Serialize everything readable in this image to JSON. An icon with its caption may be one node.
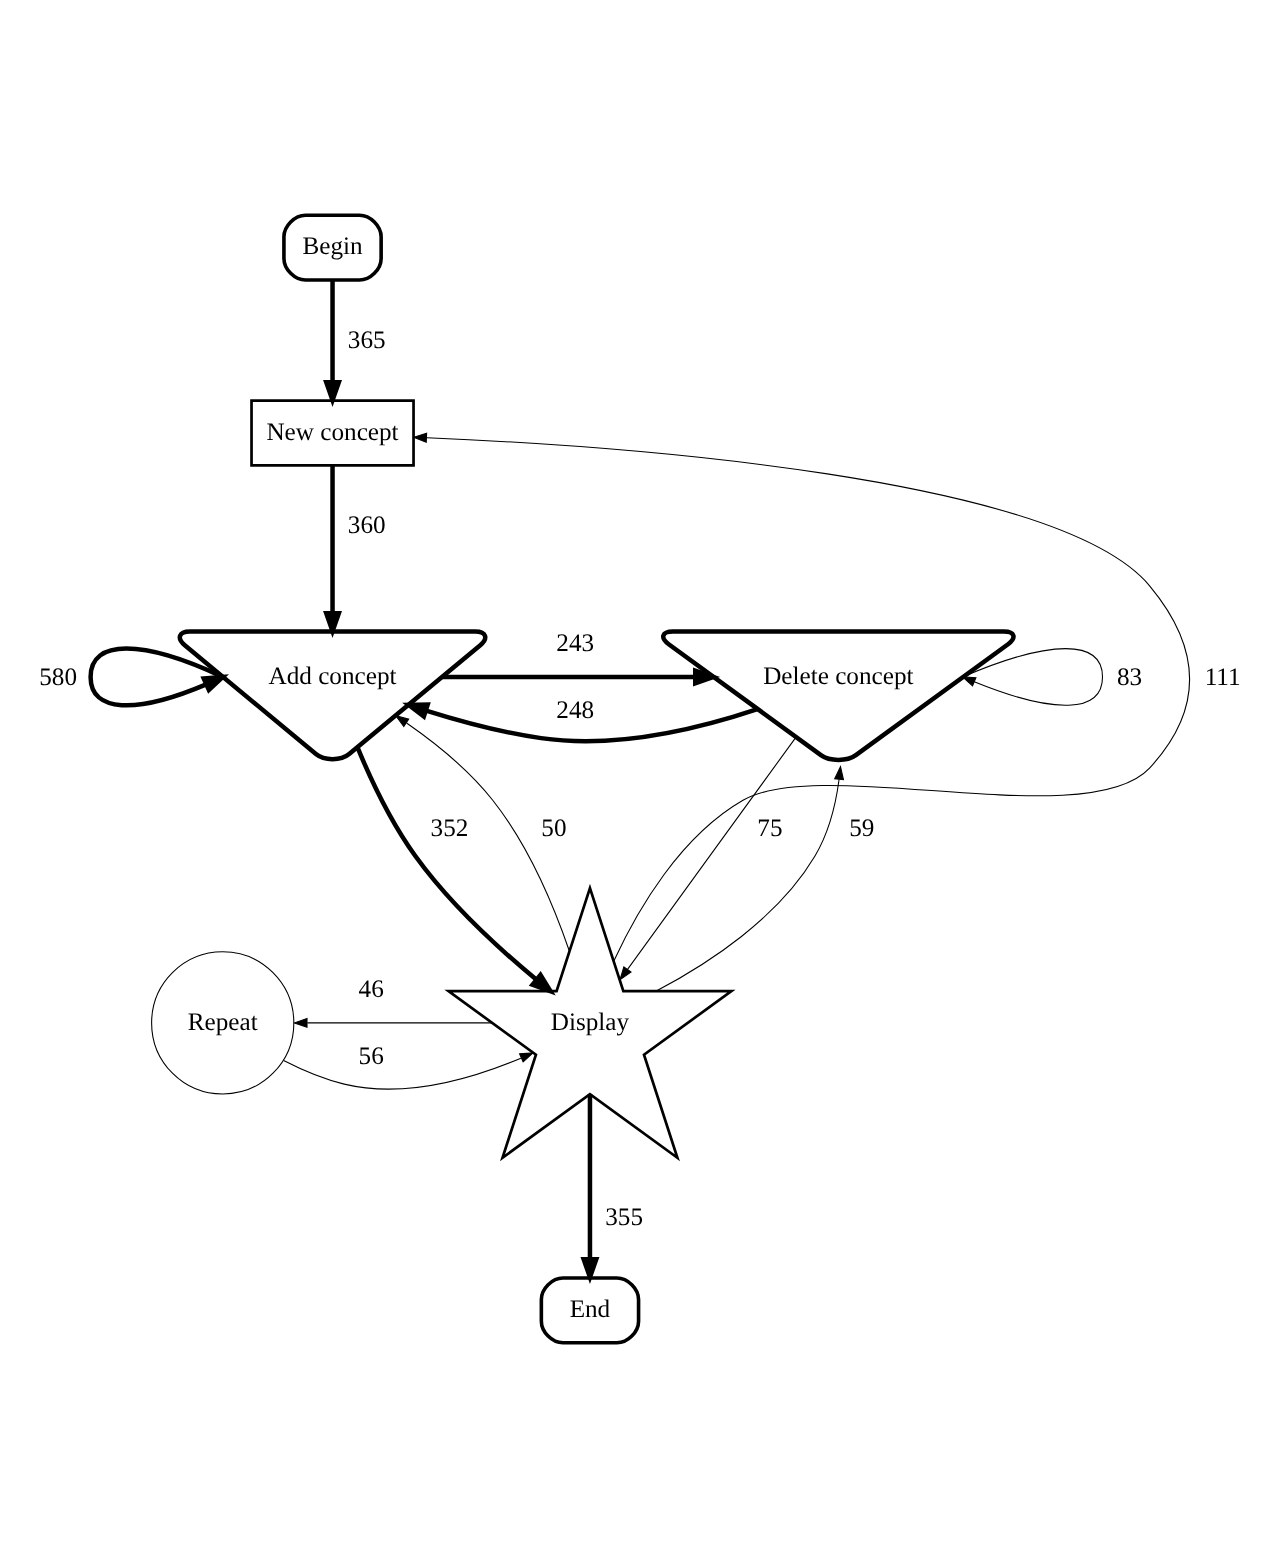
{
  "diagram": {
    "nodes": [
      {
        "text": [
          "Begin"
        ]
      },
      {
        "text": [
          "New concept"
        ]
      },
      {
        "text": [
          "Add concept"
        ]
      },
      {
        "text": [
          "Delete concept"
        ]
      },
      {
        "text": [
          "Repeat"
        ]
      },
      {
        "text": [
          "Display"
        ]
      },
      {
        "text": [
          "End"
        ]
      }
    ],
    "edges": [
      {
        "from": 0,
        "to": 1,
        "arrow": "to",
        "label": "365",
        "style": "thick"
      },
      {
        "from": 1,
        "to": 2,
        "arrow": "to",
        "label": "360",
        "style": "thick"
      },
      {
        "from": 2,
        "to": 2,
        "arrow": "to",
        "label": "580",
        "style": "thick"
      },
      {
        "from": 2,
        "to": 3,
        "arrow": "to",
        "label": "243",
        "style": "thick"
      },
      {
        "from": 3,
        "to": 2,
        "arrow": "to",
        "label": "248",
        "style": "thick"
      },
      {
        "from": 3,
        "to": 3,
        "arrow": "to",
        "label": "83"
      },
      {
        "from": 2,
        "to": 5,
        "arrow": "to",
        "label": "352",
        "style": "thick"
      },
      {
        "from": 5,
        "to": 2,
        "arrow": "to",
        "label": "50"
      },
      {
        "from": 3,
        "to": 5,
        "arrow": "to",
        "label": "75"
      },
      {
        "from": 5,
        "to": 3,
        "arrow": "to",
        "label": "59"
      },
      {
        "from": 5,
        "to": 4,
        "arrow": "to",
        "label": "46"
      },
      {
        "from": 4,
        "to": 5,
        "arrow": "to",
        "label": "56"
      },
      {
        "from": 5,
        "to": 1,
        "arrow": "to",
        "label": "111"
      },
      {
        "from": 5,
        "to": 6,
        "arrow": "to",
        "label": "355",
        "style": "thick"
      }
    ]
  }
}
